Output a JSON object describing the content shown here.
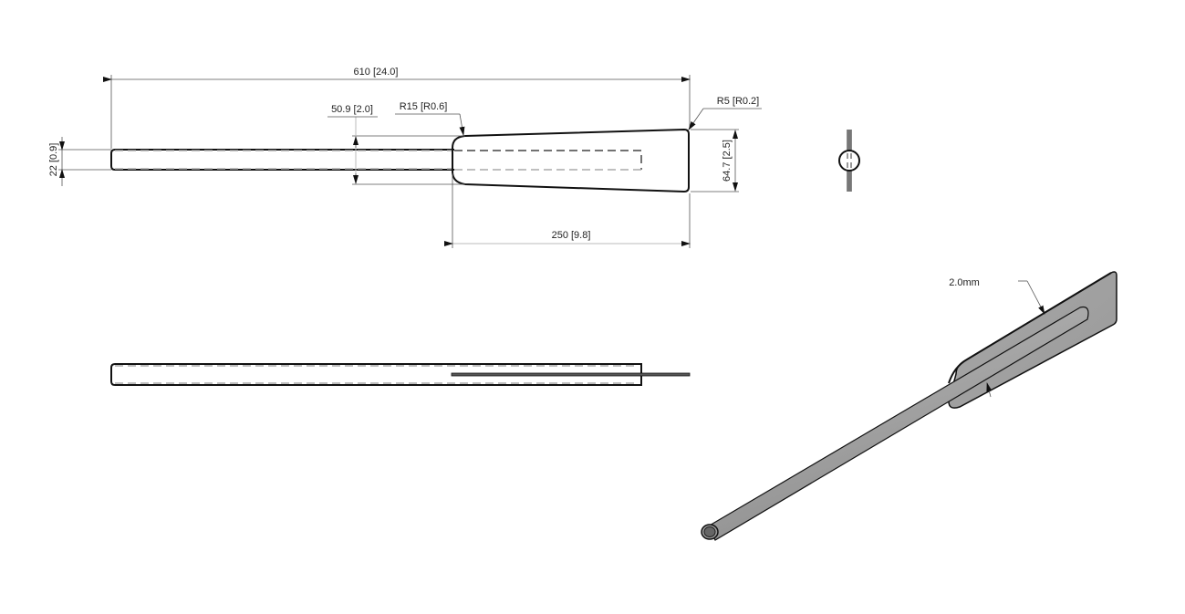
{
  "drawing": {
    "top_view": {
      "overall_length": "610 [24.0]",
      "rod_diameter": "22 [0.9]",
      "neck_width": "50.9 [2.0]",
      "fillet_radius": "R15 [R0.6]",
      "corner_radius": "R5 [R0.2]",
      "blade_width": "64.7 [2.5]",
      "blade_length": "250 [9.8]"
    },
    "iso_view": {
      "thickness_label": "2.0mm"
    }
  }
}
